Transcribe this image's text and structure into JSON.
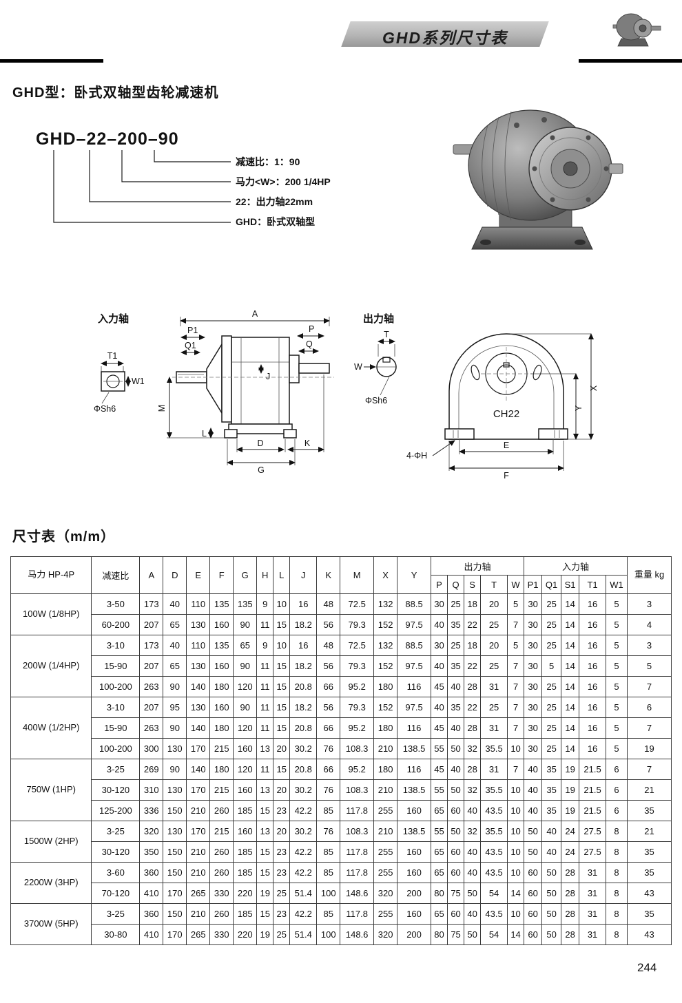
{
  "header": {
    "banner": "GHD系列尺寸表"
  },
  "page_title": "GHD型：卧式双轴型齿轮减速机",
  "model_code": {
    "code": "GHD–22–200–90",
    "callouts": [
      "减速比：1：90",
      "马力<W>：200 1/4HP",
      "22：出力轴22mm",
      "GHD：卧式双轴型"
    ]
  },
  "drawings": {
    "input_shaft": {
      "title": "入力轴",
      "t1": "T1",
      "w1": "W1",
      "phi": "ΦSh6"
    },
    "side_view": {
      "a": "A",
      "p1": "P1",
      "q1": "Q1",
      "p": "P",
      "q": "Q",
      "j": "J",
      "m": "M",
      "l": "L",
      "d": "D",
      "g": "G",
      "k": "K"
    },
    "output_shaft": {
      "title": "出力轴",
      "t": "T",
      "w": "W",
      "phi": "ΦSh6"
    },
    "front_view": {
      "model": "CH22",
      "x": "X",
      "y": "Y",
      "e": "E",
      "f": "F",
      "holes": "4-ΦH"
    }
  },
  "table": {
    "caption": "尺寸表（m/m）",
    "header": {
      "power": "马力\nHP-4P",
      "ratio": "减速比",
      "dims": [
        "A",
        "D",
        "E",
        "F",
        "G",
        "H",
        "L",
        "J",
        "K",
        "M",
        "X",
        "Y"
      ],
      "output_group": "出力轴",
      "output_cols": [
        "P",
        "Q",
        "S",
        "T",
        "W"
      ],
      "input_group": "入力轴",
      "input_cols": [
        "P1",
        "Q1",
        "S1",
        "T1",
        "W1"
      ],
      "weight": "重量\nkg"
    },
    "groups": [
      {
        "power": "100W\n(1/8HP)",
        "rows": [
          {
            "ratio": "3-50",
            "values": [
              "173",
              "40",
              "110",
              "135",
              "135",
              "9",
              "10",
              "16",
              "48",
              "72.5",
              "132",
              "88.5",
              "30",
              "25",
              "18",
              "20",
              "5",
              "30",
              "25",
              "14",
              "16",
              "5",
              "3"
            ]
          },
          {
            "ratio": "60-200",
            "values": [
              "207",
              "65",
              "130",
              "160",
              "90",
              "11",
              "15",
              "18.2",
              "56",
              "79.3",
              "152",
              "97.5",
              "40",
              "35",
              "22",
              "25",
              "7",
              "30",
              "25",
              "14",
              "16",
              "5",
              "4"
            ]
          }
        ]
      },
      {
        "power": "200W\n(1/4HP)",
        "rows": [
          {
            "ratio": "3-10",
            "values": [
              "173",
              "40",
              "110",
              "135",
              "65",
              "9",
              "10",
              "16",
              "48",
              "72.5",
              "132",
              "88.5",
              "30",
              "25",
              "18",
              "20",
              "5",
              "30",
              "25",
              "14",
              "16",
              "5",
              "3"
            ]
          },
          {
            "ratio": "15-90",
            "values": [
              "207",
              "65",
              "130",
              "160",
              "90",
              "11",
              "15",
              "18.2",
              "56",
              "79.3",
              "152",
              "97.5",
              "40",
              "35",
              "22",
              "25",
              "7",
              "30",
              "5",
              "14",
              "16",
              "5",
              "5"
            ]
          },
          {
            "ratio": "100-200",
            "values": [
              "263",
              "90",
              "140",
              "180",
              "120",
              "11",
              "15",
              "20.8",
              "66",
              "95.2",
              "180",
              "116",
              "45",
              "40",
              "28",
              "31",
              "7",
              "30",
              "25",
              "14",
              "16",
              "5",
              "7"
            ]
          }
        ]
      },
      {
        "power": "400W\n(1/2HP)",
        "rows": [
          {
            "ratio": "3-10",
            "values": [
              "207",
              "95",
              "130",
              "160",
              "90",
              "11",
              "15",
              "18.2",
              "56",
              "79.3",
              "152",
              "97.5",
              "40",
              "35",
              "22",
              "25",
              "7",
              "30",
              "25",
              "14",
              "16",
              "5",
              "6"
            ]
          },
          {
            "ratio": "15-90",
            "values": [
              "263",
              "90",
              "140",
              "180",
              "120",
              "11",
              "15",
              "20.8",
              "66",
              "95.2",
              "180",
              "116",
              "45",
              "40",
              "28",
              "31",
              "7",
              "30",
              "25",
              "14",
              "16",
              "5",
              "7"
            ]
          },
          {
            "ratio": "100-200",
            "values": [
              "300",
              "130",
              "170",
              "215",
              "160",
              "13",
              "20",
              "30.2",
              "76",
              "108.3",
              "210",
              "138.5",
              "55",
              "50",
              "32",
              "35.5",
              "10",
              "30",
              "25",
              "14",
              "16",
              "5",
              "19"
            ]
          }
        ]
      },
      {
        "power": "750W\n(1HP)",
        "rows": [
          {
            "ratio": "3-25",
            "values": [
              "269",
              "90",
              "140",
              "180",
              "120",
              "11",
              "15",
              "20.8",
              "66",
              "95.2",
              "180",
              "116",
              "45",
              "40",
              "28",
              "31",
              "7",
              "40",
              "35",
              "19",
              "21.5",
              "6",
              "7"
            ]
          },
          {
            "ratio": "30-120",
            "values": [
              "310",
              "130",
              "170",
              "215",
              "160",
              "13",
              "20",
              "30.2",
              "76",
              "108.3",
              "210",
              "138.5",
              "55",
              "50",
              "32",
              "35.5",
              "10",
              "40",
              "35",
              "19",
              "21.5",
              "6",
              "21"
            ]
          },
          {
            "ratio": "125-200",
            "values": [
              "336",
              "150",
              "210",
              "260",
              "185",
              "15",
              "23",
              "42.2",
              "85",
              "117.8",
              "255",
              "160",
              "65",
              "60",
              "40",
              "43.5",
              "10",
              "40",
              "35",
              "19",
              "21.5",
              "6",
              "35"
            ]
          }
        ]
      },
      {
        "power": "1500W\n(2HP)",
        "rows": [
          {
            "ratio": "3-25",
            "values": [
              "320",
              "130",
              "170",
              "215",
              "160",
              "13",
              "20",
              "30.2",
              "76",
              "108.3",
              "210",
              "138.5",
              "55",
              "50",
              "32",
              "35.5",
              "10",
              "50",
              "40",
              "24",
              "27.5",
              "8",
              "21"
            ]
          },
          {
            "ratio": "30-120",
            "values": [
              "350",
              "150",
              "210",
              "260",
              "185",
              "15",
              "23",
              "42.2",
              "85",
              "117.8",
              "255",
              "160",
              "65",
              "60",
              "40",
              "43.5",
              "10",
              "50",
              "40",
              "24",
              "27.5",
              "8",
              "35"
            ]
          }
        ]
      },
      {
        "power": "2200W\n(3HP)",
        "rows": [
          {
            "ratio": "3-60",
            "values": [
              "360",
              "150",
              "210",
              "260",
              "185",
              "15",
              "23",
              "42.2",
              "85",
              "117.8",
              "255",
              "160",
              "65",
              "60",
              "40",
              "43.5",
              "10",
              "60",
              "50",
              "28",
              "31",
              "8",
              "35"
            ]
          },
          {
            "ratio": "70-120",
            "values": [
              "410",
              "170",
              "265",
              "330",
              "220",
              "19",
              "25",
              "51.4",
              "100",
              "148.6",
              "320",
              "200",
              "80",
              "75",
              "50",
              "54",
              "14",
              "60",
              "50",
              "28",
              "31",
              "8",
              "43"
            ]
          }
        ]
      },
      {
        "power": "3700W\n(5HP)",
        "rows": [
          {
            "ratio": "3-25",
            "values": [
              "360",
              "150",
              "210",
              "260",
              "185",
              "15",
              "23",
              "42.2",
              "85",
              "117.8",
              "255",
              "160",
              "65",
              "60",
              "40",
              "43.5",
              "10",
              "60",
              "50",
              "28",
              "31",
              "8",
              "35"
            ]
          },
          {
            "ratio": "30-80",
            "values": [
              "410",
              "170",
              "265",
              "330",
              "220",
              "19",
              "25",
              "51.4",
              "100",
              "148.6",
              "320",
              "200",
              "80",
              "75",
              "50",
              "54",
              "14",
              "60",
              "50",
              "28",
              "31",
              "8",
              "43"
            ]
          }
        ]
      }
    ]
  },
  "page_number": "244"
}
